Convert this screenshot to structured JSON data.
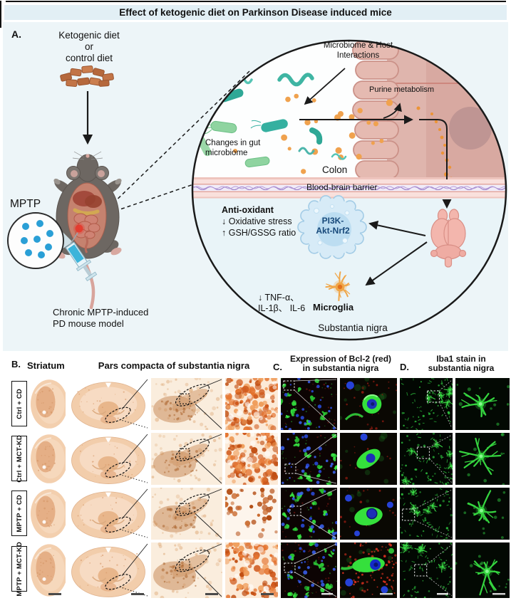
{
  "title": "Effect of ketogenic diet on Parkinson Disease induced mice",
  "panel_a": {
    "label": "A.",
    "diet_lines": [
      "Ketogenic diet",
      "or",
      "control diet"
    ],
    "mptp_label": "MPTP",
    "model_lines": [
      "Chronic MPTP-induced",
      "PD mouse model"
    ],
    "microbiome_lines": [
      "Microbiome & Host",
      "Interactions"
    ],
    "purine_label": "Purine metabolism",
    "gut_lines": [
      "Changes in gut",
      "microbiome"
    ],
    "colon_label": "Colon",
    "bbb_label": "Blood-brain barrier",
    "antioxidant_title": "Anti-oxidant",
    "antioxidant_line1": "↓ Oxidative stress",
    "antioxidant_line2": "↑ GSH/GSSG ratio",
    "pi3k_lines": [
      "PI3K-",
      "Akt-Nrf2"
    ],
    "cytokine_lines": [
      "↓ TNF-α、",
      "IL-1β、 IL-6"
    ],
    "microglia_label": "Microglia",
    "substantia_label": "Substantia nigra"
  },
  "panel_b": {
    "label": "B.",
    "header_striatum": "Striatum",
    "header_sn": "Pars compacta of substantia nigra"
  },
  "panel_c": {
    "label": "C.",
    "header_lines": [
      "Expression of Bcl-2 (red)",
      "in substantia nigra"
    ]
  },
  "panel_d": {
    "label": "D.",
    "header_lines": [
      "Iba1 stain in",
      "substantia nigra"
    ]
  },
  "row_labels": [
    "Ctrl + CD",
    "Ctrl + MCT-KD",
    "MPTP + CD",
    "MPTP + MCT-KD"
  ],
  "colors": {
    "title_band_bg": "#e2eff5",
    "panel_a_bg": "#edf5f8",
    "dab_stain_orange": "#d05a1d",
    "fluoro_green": "#35e03c",
    "nucleus_blue": "#2b4ee0",
    "bcl2_red": "#d5301e",
    "bacteria_teal": "#3fb5a3",
    "metabolite_orange": "#f0a24e",
    "microglia_orange": "#f0a648",
    "brain_pink": "#f3b6ad",
    "mptp_blue": "#2a9fd6",
    "colon_pink": "#dfb5ad"
  }
}
